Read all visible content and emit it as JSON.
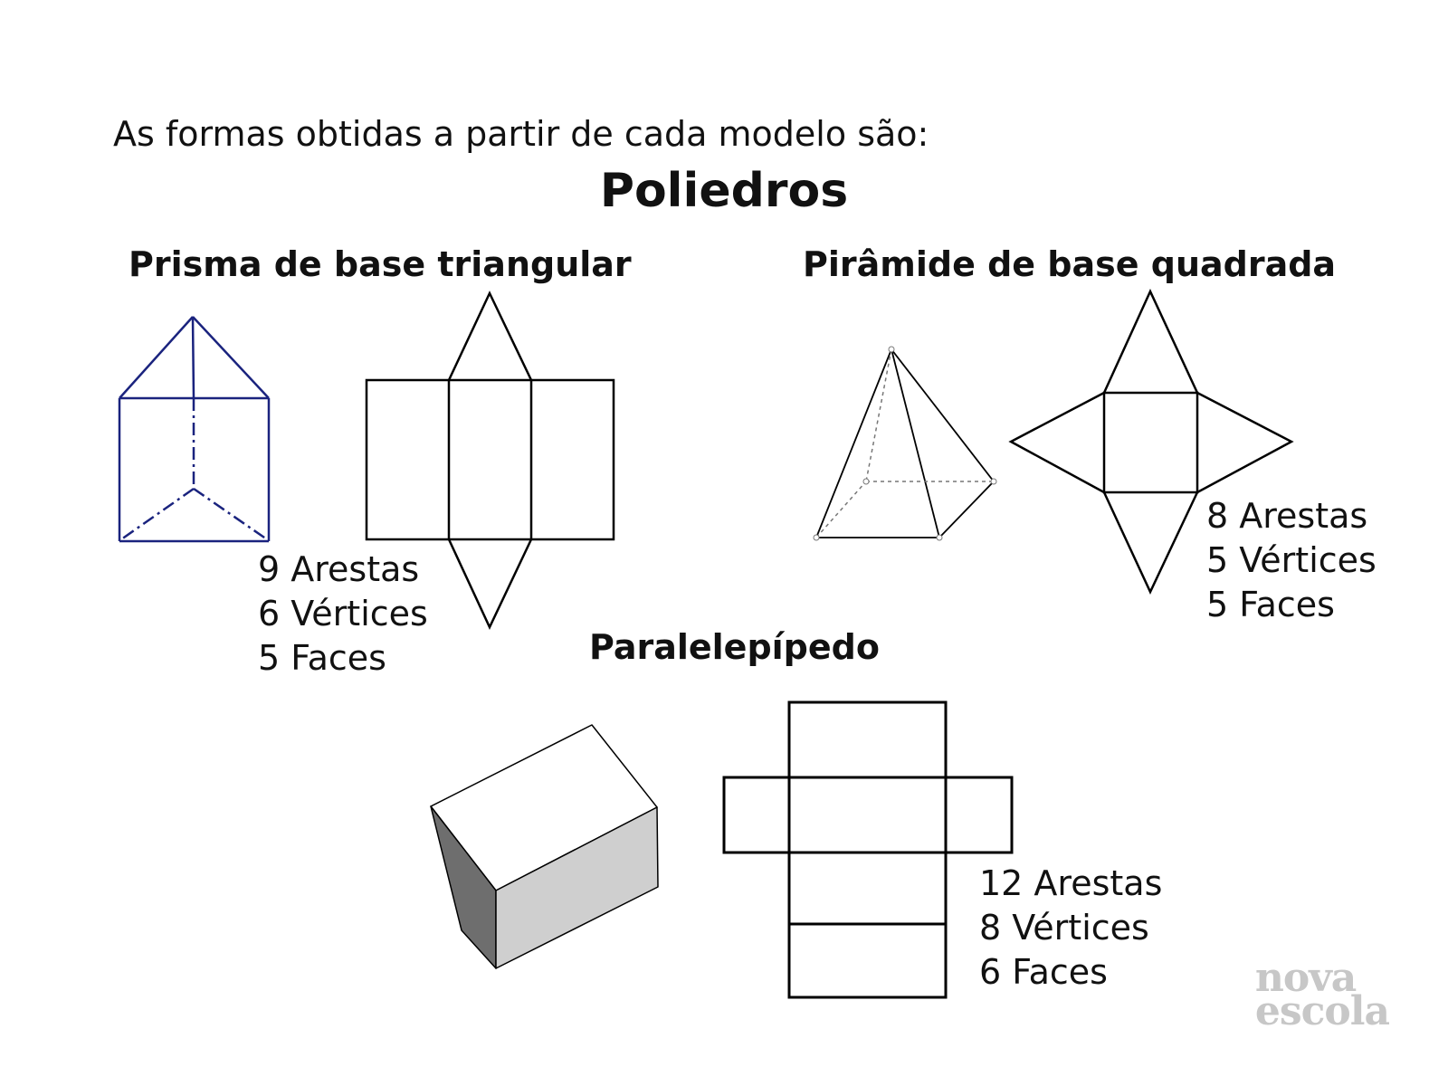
{
  "header": {
    "intro": "As formas obtidas a partir de cada modelo são:",
    "title": "Poliedros"
  },
  "sections": {
    "prism": {
      "title": "Prisma de base triangular",
      "stats": [
        "9 Arestas",
        "6 Vértices",
        "5 Faces"
      ]
    },
    "pyramid": {
      "title": "Pirâmide de base quadrada",
      "stats": [
        "8 Arestas",
        "5 Vértices",
        "5 Faces"
      ]
    },
    "parallelepiped": {
      "title": "Paralelepípedo",
      "stats": [
        "12 Arestas",
        "8 Vértices",
        "6 Faces"
      ]
    }
  },
  "logo": {
    "line1": "nova",
    "line2": "escola"
  },
  "colors": {
    "prism_line": "#1a237e",
    "outline": "#000000",
    "logo": "#c7c7c7",
    "box_dark_side": "#6e6e6e",
    "box_light_side": "#cfcfcf"
  }
}
